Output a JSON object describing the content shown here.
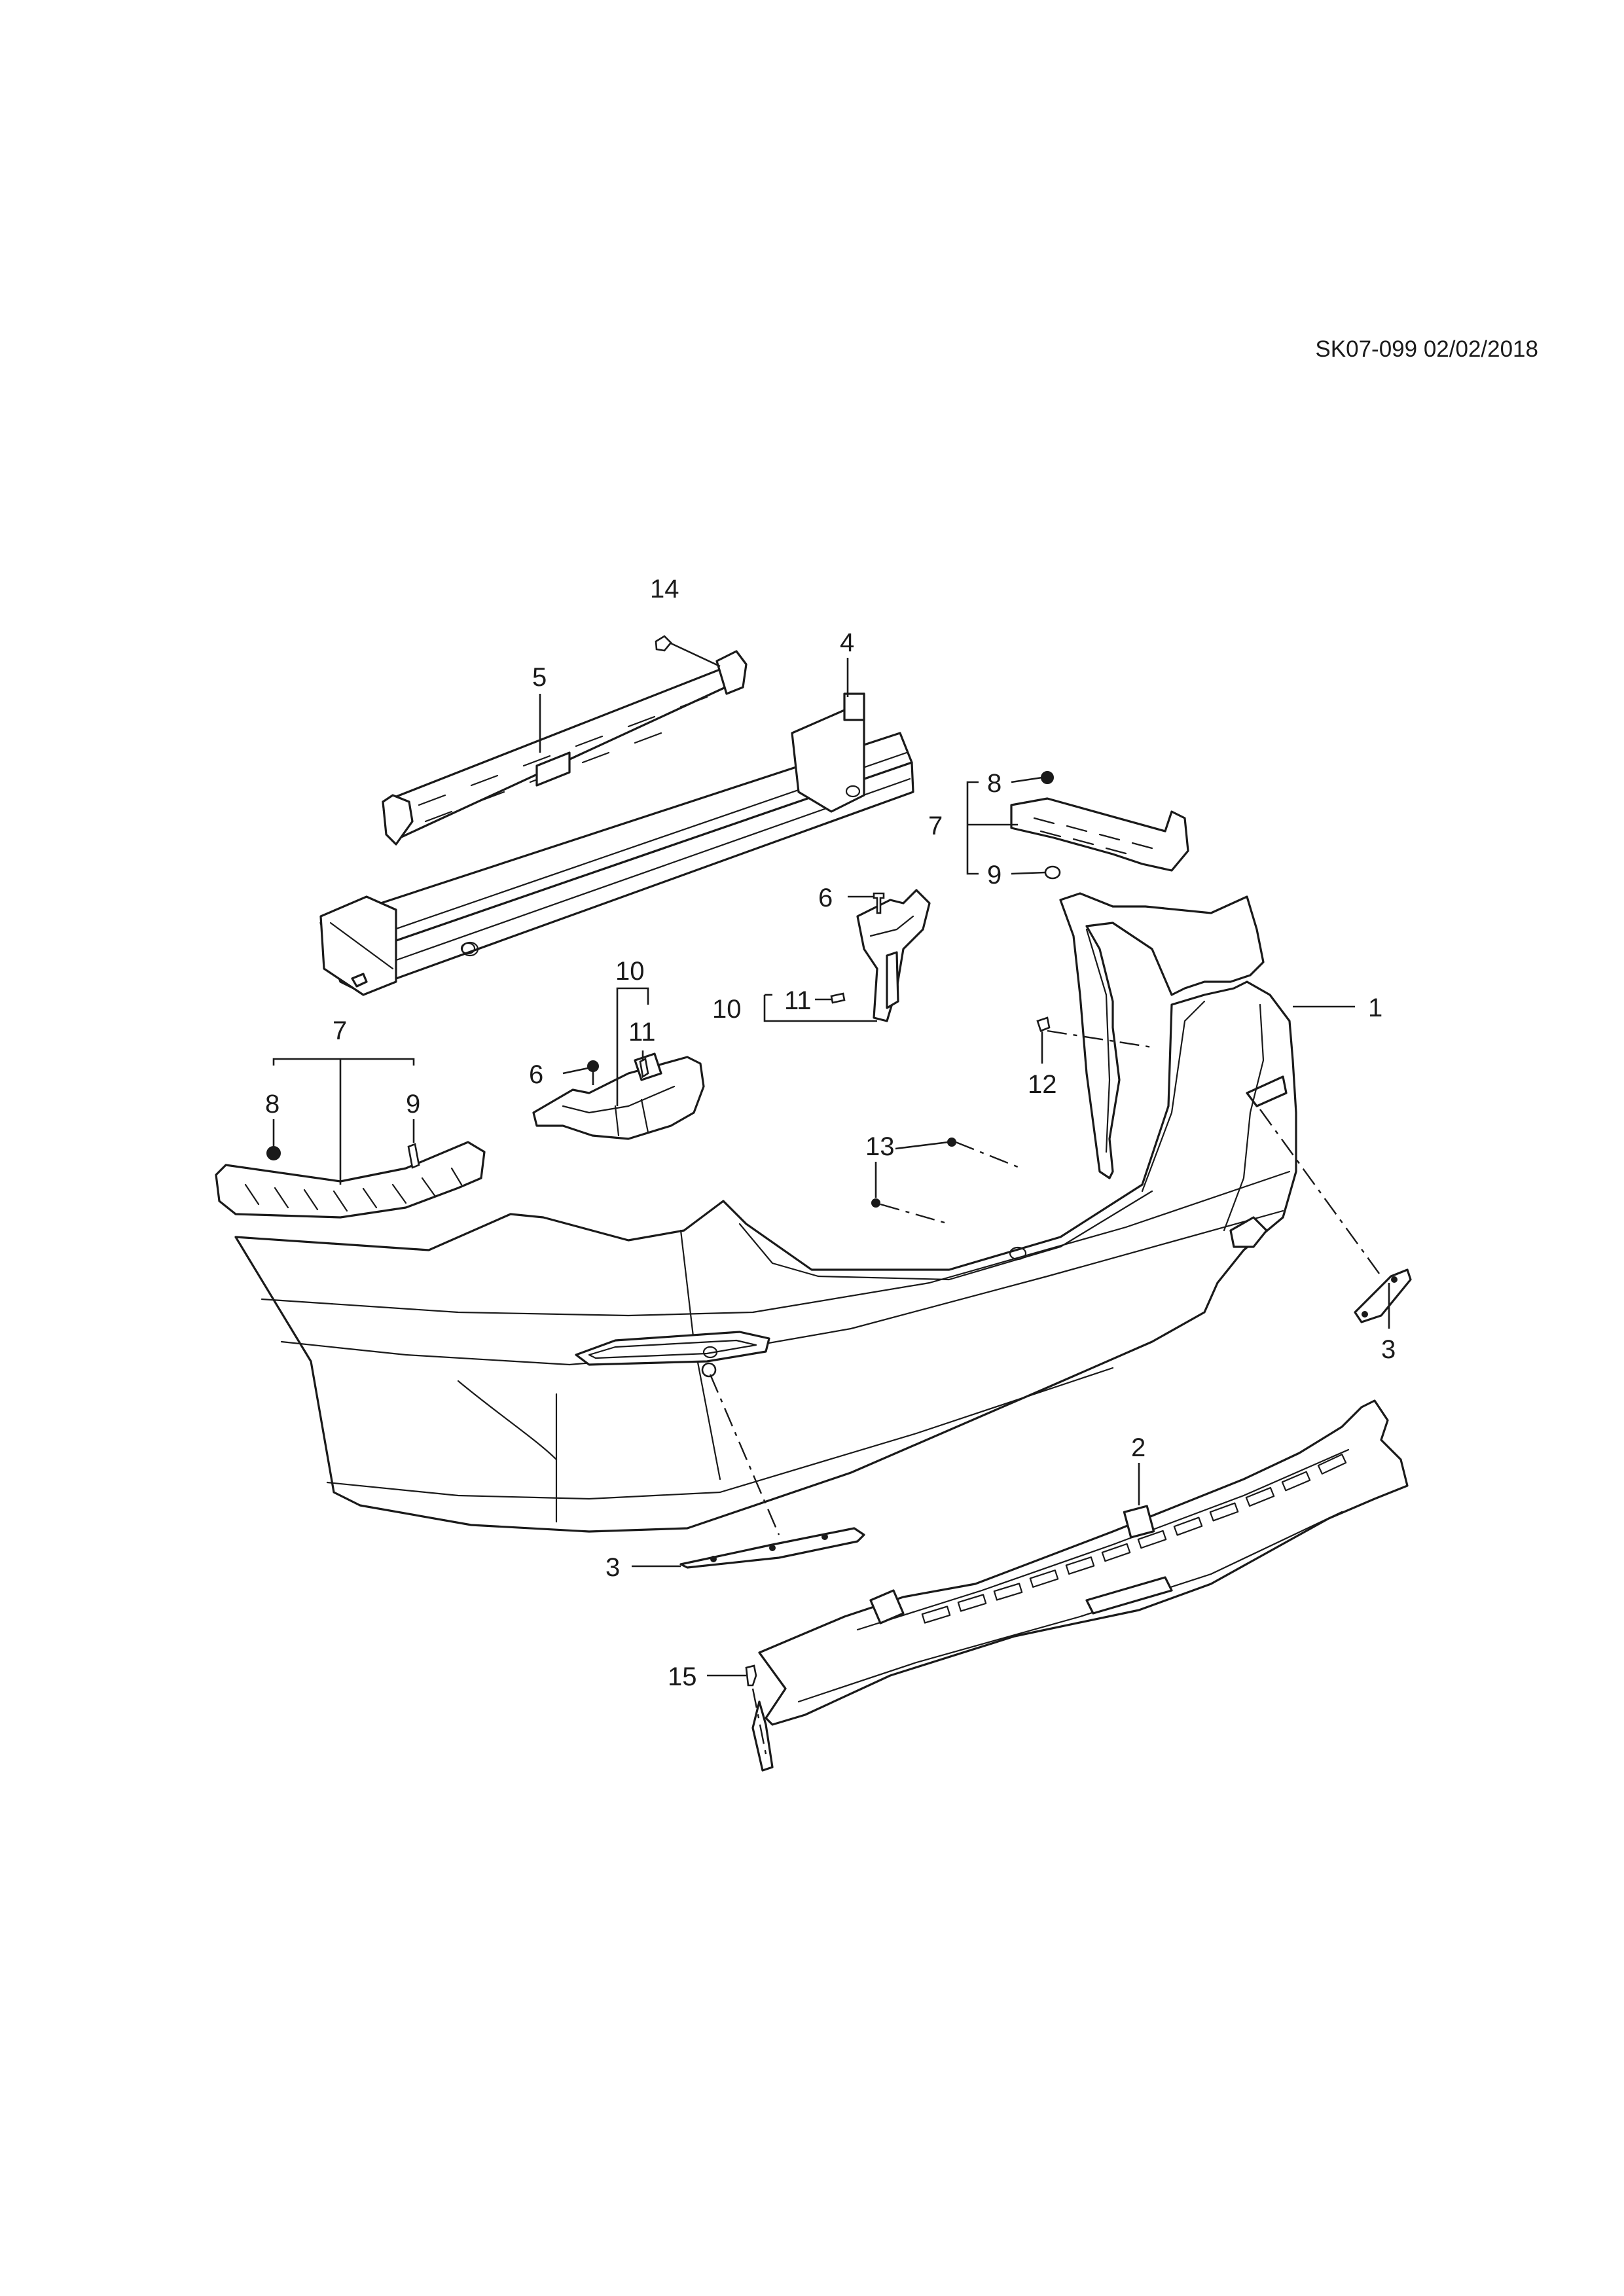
{
  "reference": "SK07-099 02/02/2018",
  "callouts": {
    "c1": "1",
    "c2": "2",
    "c3_left": "3",
    "c3_right": "3",
    "c4": "4",
    "c5": "5",
    "c6_left": "6",
    "c6_right": "6",
    "c7_left": "7",
    "c7_right": "7",
    "c8_left": "8",
    "c8_right": "8",
    "c9_left": "9",
    "c9_right": "9",
    "c10_left": "10",
    "c10_right": "10",
    "c11_left": "11",
    "c11_right": "11",
    "c12": "12",
    "c13": "13",
    "c14": "14",
    "c15": "15"
  }
}
